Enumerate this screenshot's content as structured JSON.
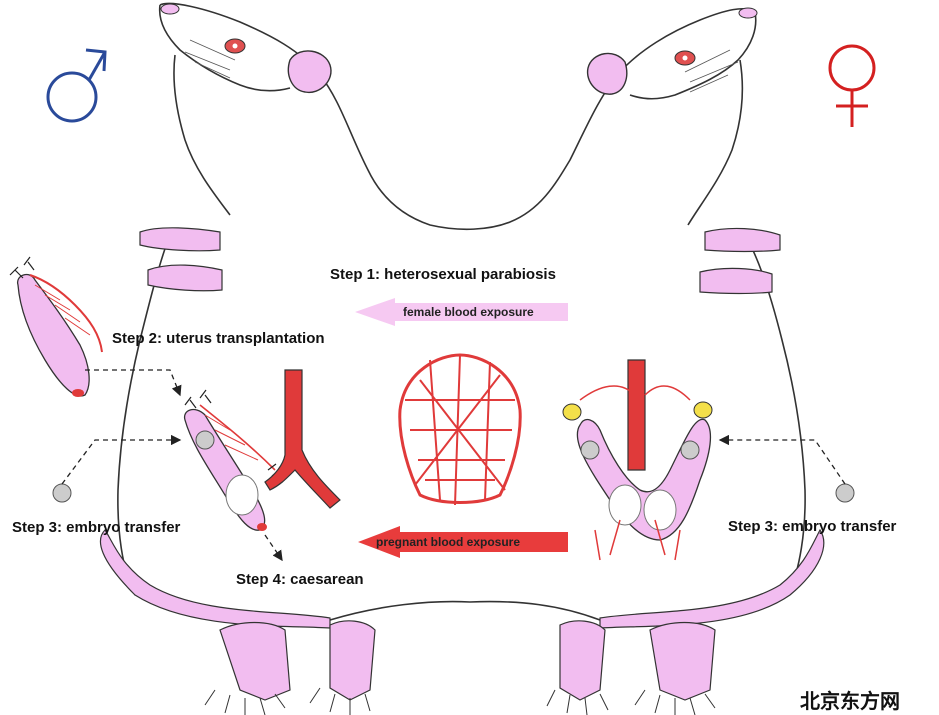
{
  "labels": {
    "step1": "Step 1: heterosexual parabiosis",
    "step2": "Step 2: uterus transplantation",
    "step3_left": "Step 3: embryo transfer",
    "step3_right": "Step 3: embryo transfer",
    "step4": "Step 4: caesarean",
    "female_blood": "female blood exposure",
    "pregnant_blood": "pregnant blood exposure"
  },
  "symbols": {
    "male": "male-symbol-icon",
    "female": "female-symbol-icon"
  },
  "watermark": "北京东方网",
  "colors": {
    "male_symbol": "#2a4a9a",
    "female_symbol": "#d42020",
    "pink": "#f2bdf0",
    "vessel_red": "#e03a3a",
    "female_arrow": "#f6c9f2",
    "pregnant_arrow": "#e83c3c",
    "outline": "#333333"
  }
}
